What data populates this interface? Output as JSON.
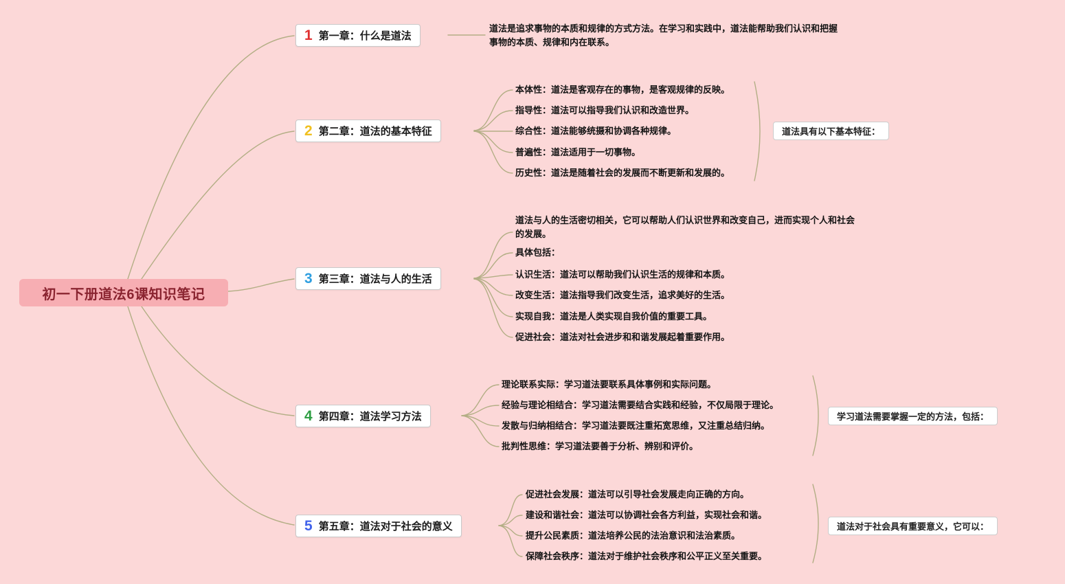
{
  "root": {
    "label": "初一下册道法6课知识笔记"
  },
  "branches": [
    {
      "number": "1",
      "title": "第一章：什么是道法",
      "note": "道法是追求事物的本质和规律的方式方法。在学习和实践中，道法能帮助我们认识和把握事物的本质、规律和内在联系。"
    },
    {
      "number": "2",
      "title": "第二章：道法的基本特征",
      "children": [
        "本体性：道法是客观存在的事物，是客观规律的反映。",
        "指导性：道法可以指导我们认识和改造世界。",
        "综合性：道法能够统摄和协调各种规律。",
        "普遍性：道法适用于一切事物。",
        "历史性：道法是随着社会的发展而不断更新和发展的。"
      ],
      "summary": "道法具有以下基本特征："
    },
    {
      "number": "3",
      "title": "第三章：道法与人的生活",
      "note": "道法与人的生活密切相关，它可以帮助人们认识世界和改变自己，进而实现个人和社会的发展。",
      "children": [
        "具体包括：",
        "认识生活：道法可以帮助我们认识生活的规律和本质。",
        "改变生活：道法指导我们改变生活，追求美好的生活。",
        "实现自我：道法是人类实现自我价值的重要工具。",
        "促进社会：道法对社会进步和和谐发展起着重要作用。"
      ]
    },
    {
      "number": "4",
      "title": "第四章：道法学习方法",
      "children": [
        "理论联系实际：学习道法要联系具体事例和实际问题。",
        "经验与理论相结合：学习道法需要结合实践和经验，不仅局限于理论。",
        "发散与归纳相结合：学习道法要既注重拓宽思维，又注重总结归纳。",
        "批判性思维：学习道法要善于分析、辨别和评价。"
      ],
      "summary": "学习道法需要掌握一定的方法，包括："
    },
    {
      "number": "5",
      "title": "第五章：道法对于社会的意义",
      "children": [
        "促进社会发展：道法可以引导社会发展走向正确的方向。",
        "建设和谐社会：道法可以协调社会各方利益，实现社会和谐。",
        "提升公民素质：道法培养公民的法治意识和法治素质。",
        "保障社会秩序：道法对于维护社会秩序和公平正义至关重要。"
      ],
      "summary": "道法对于社会具有重要意义，它可以："
    }
  ],
  "colors": {
    "background": "#fcd8d8",
    "connector": "#b3ae85",
    "root_bg": "#f7aeb3",
    "root_text": "#8a2430",
    "number_1": "#e03131",
    "number_2": "#f0c020",
    "number_3": "#2f9fe0",
    "number_4": "#2f9e44",
    "number_5": "#4263eb"
  }
}
